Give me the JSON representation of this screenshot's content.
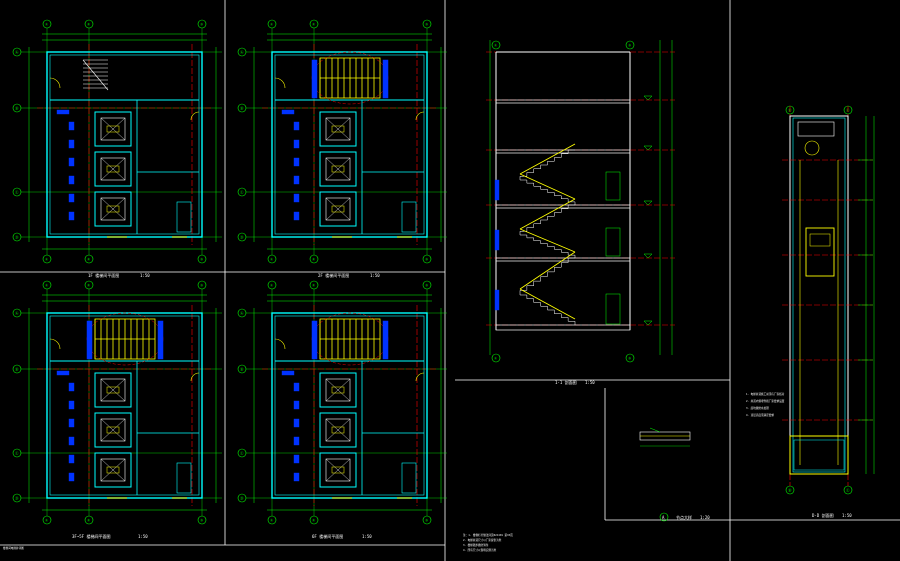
{
  "drawing": {
    "colors": {
      "background": "#000000",
      "wall": "#00ffff",
      "axis": "#ff0000",
      "dimension": "#00ff00",
      "stair": "#ffff00",
      "frame": "#ffffff",
      "equipment": "#0033ff",
      "label": "#ffffff"
    },
    "axis_labels": {
      "columns": [
        "①",
        "②",
        "③"
      ],
      "rows": [
        "Ⓐ",
        "Ⓑ",
        "Ⓒ",
        "Ⓓ"
      ]
    },
    "plans": [
      {
        "caption": "1F 楼梯间平面图",
        "scale": "1:50",
        "stair": "single"
      },
      {
        "caption": "2F 楼梯间平面图",
        "scale": "1:50",
        "stair": "double"
      },
      {
        "caption": "3F~5F 楼梯间平面图",
        "scale": "1:50",
        "stair": "double"
      },
      {
        "caption": "6F 楼梯间平面图",
        "scale": "1:50",
        "stair": "double"
      }
    ],
    "section_stair": {
      "caption": "1-1 剖面图",
      "scale": "1:50"
    },
    "section_elevator": {
      "caption": "D-D 剖面图",
      "scale": "1:50"
    },
    "detail": {
      "caption": "节点大样",
      "scale": "1:20",
      "tag": "A"
    },
    "title_block": "楼梯间电梯井详图",
    "notes": [
      "注：1. 楼梯栏杆做法详见02J401 第XX页",
      "2. 电梯井道尺寸以厂家提供为准",
      "3. 楼梯踏步做防滑条",
      "4. 所有尺寸以现场实测为准"
    ],
    "elevator_notes": [
      "1. 电梯井道施工前须与厂家核对",
      "2. 井道内预埋件按厂家要求设置",
      "3. 底坑做防水处理",
      "4. 顶层高度须满足要求"
    ]
  }
}
